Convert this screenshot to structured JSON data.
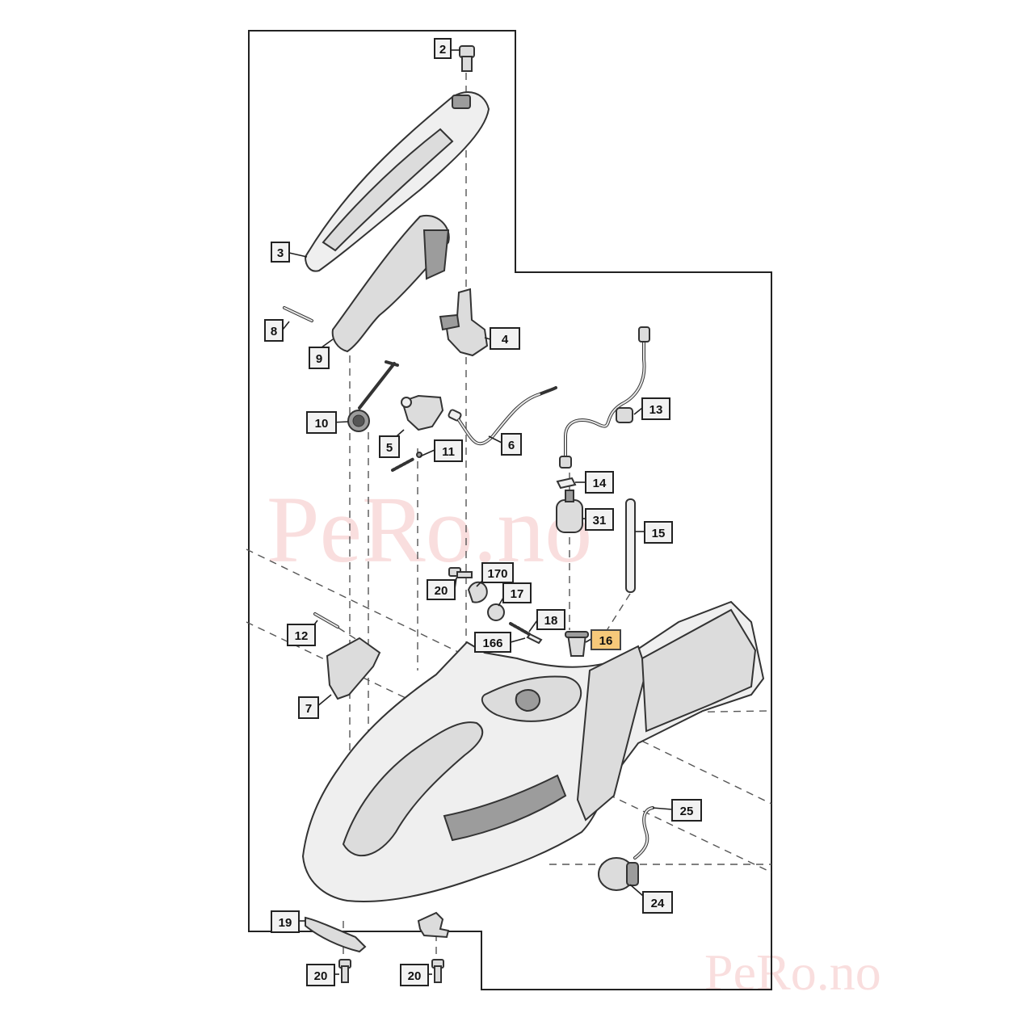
{
  "watermark": {
    "center_text": "PeRo.no",
    "corner_text": "PeRo.no"
  },
  "labels": {
    "l2": "2",
    "l3": "3",
    "l4": "4",
    "l5": "5",
    "l6": "6",
    "l7": "7",
    "l8": "8",
    "l9": "9",
    "l10": "10",
    "l11": "11",
    "l12": "12",
    "l13": "13",
    "l14": "14",
    "l15": "15",
    "l16": "16",
    "l17": "17",
    "l18": "18",
    "l19": "19",
    "l20a": "20",
    "l20b": "20",
    "l20c": "20",
    "l24": "24",
    "l25": "25",
    "l31": "31",
    "l166": "166",
    "l170": "170"
  },
  "highlight_color": "#f7c97a"
}
